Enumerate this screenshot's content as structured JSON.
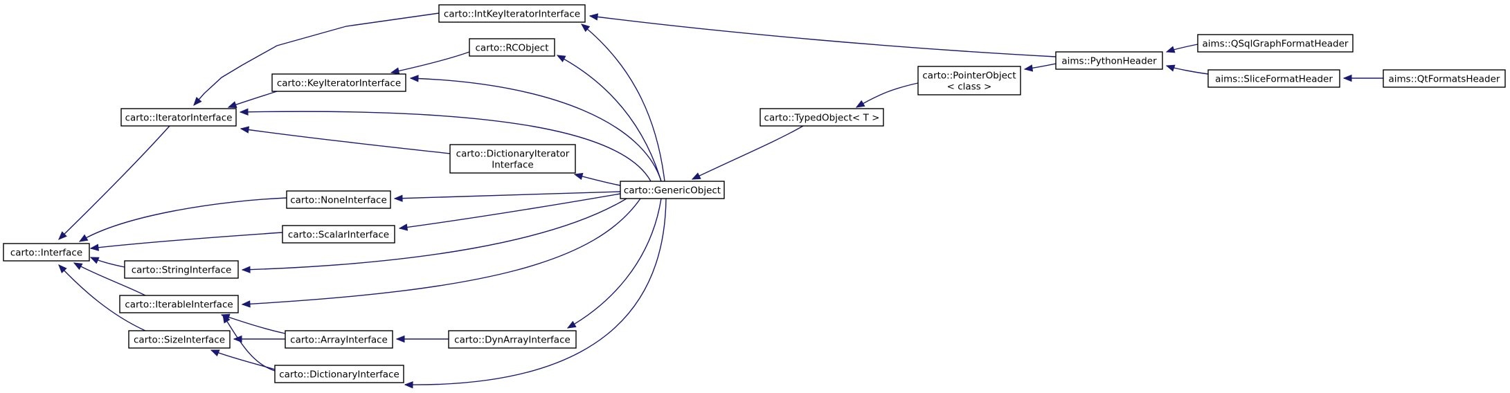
{
  "diagram": {
    "type": "inheritance-graph",
    "colors": {
      "edge": "#191970",
      "node_border": "#000000",
      "node_fill": "#ffffff",
      "text": "#000000"
    },
    "nodes": {
      "interface": {
        "label": [
          "carto::Interface"
        ]
      },
      "iterator_interface": {
        "label": [
          "carto::IteratorInterface"
        ]
      },
      "int_key_iterator_interface": {
        "label": [
          "carto::IntKeyIteratorInterface"
        ]
      },
      "key_iterator_interface": {
        "label": [
          "carto::KeyIteratorInterface"
        ]
      },
      "rcobject": {
        "label": [
          "carto::RCObject"
        ]
      },
      "dictionary_iterator_interface": {
        "label": [
          "carto::DictionaryIterator",
          "Interface"
        ]
      },
      "none_interface": {
        "label": [
          "carto::NoneInterface"
        ]
      },
      "scalar_interface": {
        "label": [
          "carto::ScalarInterface"
        ]
      },
      "string_interface": {
        "label": [
          "carto::StringInterface"
        ]
      },
      "iterable_interface": {
        "label": [
          "carto::IterableInterface"
        ]
      },
      "size_interface": {
        "label": [
          "carto::SizeInterface"
        ]
      },
      "array_interface": {
        "label": [
          "carto::ArrayInterface"
        ]
      },
      "dictionary_interface": {
        "label": [
          "carto::DictionaryInterface"
        ]
      },
      "dyn_array_interface": {
        "label": [
          "carto::DynArrayInterface"
        ]
      },
      "generic_object": {
        "label": [
          "carto::GenericObject"
        ]
      },
      "typed_object": {
        "label": [
          "carto::TypedObject< T >"
        ]
      },
      "pointer_object": {
        "label": [
          "carto::PointerObject",
          "< class >"
        ]
      },
      "python_header": {
        "label": [
          "aims::PythonHeader"
        ]
      },
      "qsql_graph_format_header": {
        "label": [
          "aims::QSqlGraphFormatHeader"
        ]
      },
      "slice_format_header": {
        "label": [
          "aims::SliceFormatHeader"
        ]
      },
      "qt_formats_header": {
        "label": [
          "aims::QtFormatsHeader"
        ]
      }
    },
    "edges": [
      {
        "child": "iterator_interface",
        "parent": "interface"
      },
      {
        "child": "none_interface",
        "parent": "interface"
      },
      {
        "child": "scalar_interface",
        "parent": "interface"
      },
      {
        "child": "string_interface",
        "parent": "interface"
      },
      {
        "child": "iterable_interface",
        "parent": "interface"
      },
      {
        "child": "size_interface",
        "parent": "interface"
      },
      {
        "child": "int_key_iterator_interface",
        "parent": "iterator_interface"
      },
      {
        "child": "key_iterator_interface",
        "parent": "iterator_interface"
      },
      {
        "child": "dictionary_iterator_interface",
        "parent": "iterator_interface"
      },
      {
        "child": "generic_object",
        "parent": "iterator_interface"
      },
      {
        "child": "python_header",
        "parent": "int_key_iterator_interface"
      },
      {
        "child": "generic_object",
        "parent": "int_key_iterator_interface"
      },
      {
        "child": "rcobject",
        "parent": "key_iterator_interface"
      },
      {
        "child": "generic_object",
        "parent": "key_iterator_interface"
      },
      {
        "child": "generic_object",
        "parent": "rcobject"
      },
      {
        "child": "generic_object",
        "parent": "dictionary_iterator_interface"
      },
      {
        "child": "generic_object",
        "parent": "none_interface"
      },
      {
        "child": "generic_object",
        "parent": "scalar_interface"
      },
      {
        "child": "generic_object",
        "parent": "string_interface"
      },
      {
        "child": "generic_object",
        "parent": "iterable_interface"
      },
      {
        "child": "array_interface",
        "parent": "iterable_interface"
      },
      {
        "child": "dictionary_interface",
        "parent": "iterable_interface"
      },
      {
        "child": "array_interface",
        "parent": "size_interface"
      },
      {
        "child": "dictionary_interface",
        "parent": "size_interface"
      },
      {
        "child": "dyn_array_interface",
        "parent": "array_interface"
      },
      {
        "child": "generic_object",
        "parent": "dyn_array_interface"
      },
      {
        "child": "generic_object",
        "parent": "dictionary_interface"
      },
      {
        "child": "typed_object",
        "parent": "generic_object"
      },
      {
        "child": "pointer_object",
        "parent": "typed_object"
      },
      {
        "child": "python_header",
        "parent": "pointer_object"
      },
      {
        "child": "qsql_graph_format_header",
        "parent": "python_header"
      },
      {
        "child": "slice_format_header",
        "parent": "python_header"
      },
      {
        "child": "qt_formats_header",
        "parent": "slice_format_header"
      }
    ]
  }
}
